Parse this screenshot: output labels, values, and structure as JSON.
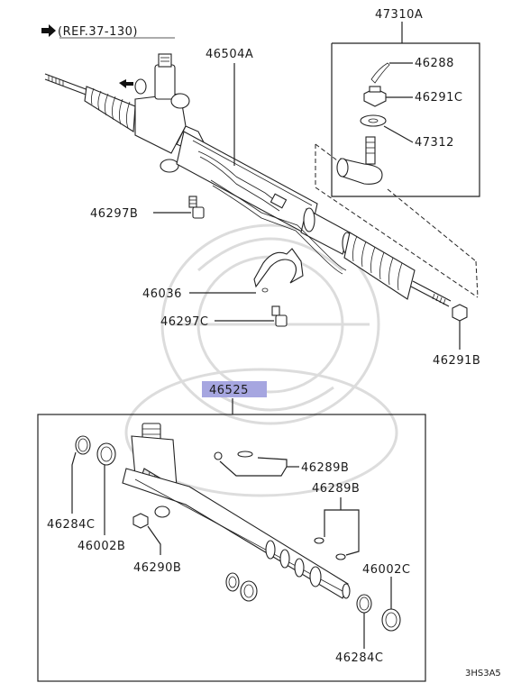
{
  "reference": {
    "arrow_icon": "right-arrow-icon",
    "text": "(REF.37-130)"
  },
  "figure_code": "3HS3A5",
  "highlight_color": "#a6a6e0",
  "callouts": {
    "p47310A": "47310A",
    "p46288": "46288",
    "p46291C": "46291C",
    "p47312": "47312",
    "p46504A": "46504A",
    "p46297B": "46297B",
    "p46036": "46036",
    "p46297C": "46297C",
    "p46291B": "46291B",
    "p46525": "46525",
    "p46289B_a": "46289B",
    "p46289B_b": "46289B",
    "p46284C_a": "46284C",
    "p46002B": "46002B",
    "p46290B": "46290B",
    "p46002C": "46002C",
    "p46284C_b": "46284C"
  }
}
